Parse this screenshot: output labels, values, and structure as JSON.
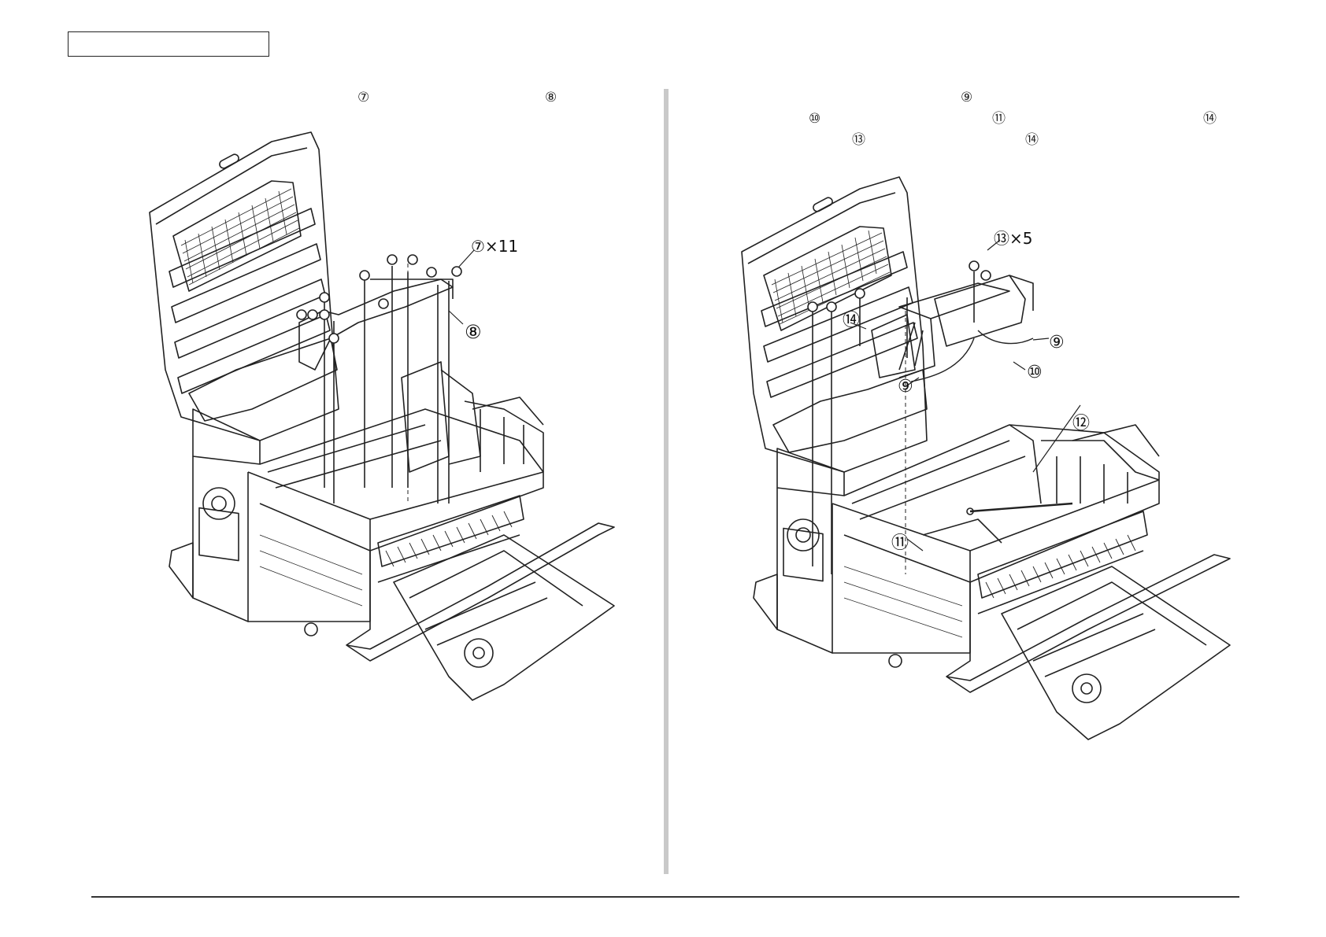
{
  "left_instructions": {
    "refs": [
      "⑦",
      "⑧"
    ]
  },
  "right_instructions": {
    "refs": [
      "⑨",
      "⑩",
      "⑪",
      "⑭",
      "⑬",
      "⑭"
    ]
  },
  "left_figure": {
    "callouts": {
      "screw": "⑦×11",
      "plate": "⑧"
    }
  },
  "right_figure": {
    "callouts": {
      "screws": "⑬×5",
      "board": "⑭",
      "cable_a": "⑨",
      "cable_b": "⑩",
      "cable_c": "⑨",
      "rod": "⑫",
      "shaft": "⑪"
    }
  }
}
